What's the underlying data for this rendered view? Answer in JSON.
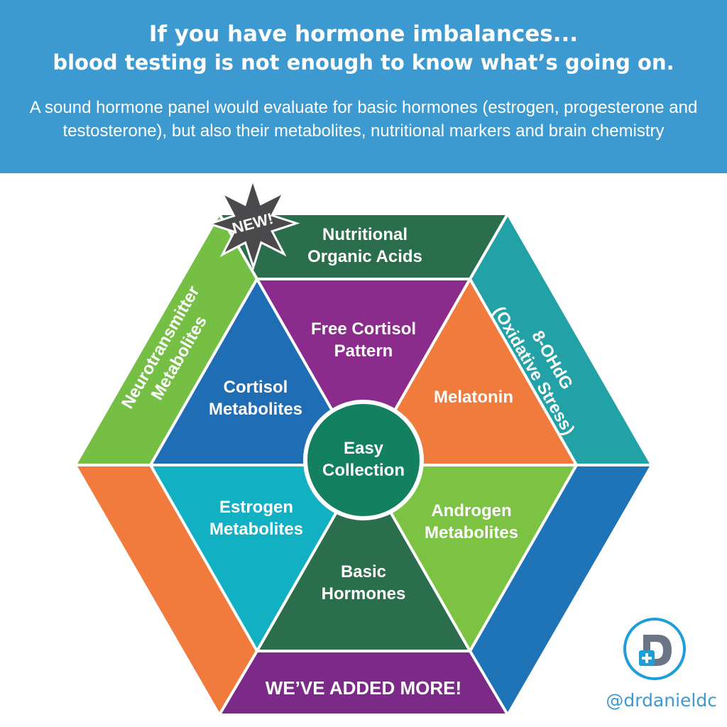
{
  "header": {
    "headline": "If you have hormone imbalances...",
    "subheadline": "blood testing is not enough to know what’s going on.",
    "description": "A sound hormone panel would evaluate for basic hormones (estrogen, progesterone and testosterone), but also their metabolites, nutritional markers and brain chemistry"
  },
  "badge": {
    "label": "NEW!"
  },
  "outer_segments": {
    "top": {
      "line1": "Nutritional",
      "line2": "Organic Acids",
      "color": "#2a6e4e"
    },
    "upper_left": {
      "line1": "Neurotransmitter",
      "line2": "Metabolites",
      "color": "#74bf44"
    },
    "upper_right": {
      "line1": "8-OHdG",
      "line2": "(Oxidative Stress)",
      "color": "#22a2a6"
    },
    "lower_left": {
      "color": "#f07b3c"
    },
    "lower_right": {
      "color": "#1f73b7"
    },
    "bottom": {
      "label": "WE’VE ADDED MORE!",
      "color": "#7b2a87"
    }
  },
  "inner_segments": {
    "top": {
      "line1": "Free Cortisol",
      "line2": "Pattern",
      "color": "#8b2b8c"
    },
    "upper_left": {
      "line1": "Cortisol",
      "line2": "Metabolites",
      "color": "#1f6db4"
    },
    "upper_right": {
      "line1": "Melatonin",
      "color": "#f07b3c"
    },
    "lower_left": {
      "line1": "Estrogen",
      "line2": "Metabolites",
      "color": "#11b0c2"
    },
    "lower_right": {
      "line1": "Androgen",
      "line2": "Metabolites",
      "color": "#7cc243"
    },
    "bottom": {
      "line1": "Basic",
      "line2": "Hormones",
      "color": "#2a6e4e"
    }
  },
  "center": {
    "line1": "Easy",
    "line2": "Collection",
    "color": "#13805f"
  },
  "footer": {
    "handle": "@drdanieldc"
  }
}
